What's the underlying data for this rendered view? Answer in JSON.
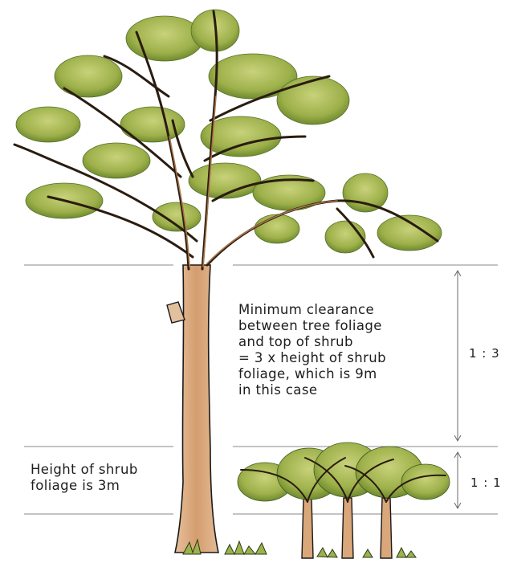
{
  "annotations": {
    "clearance_text": "Minimum clearance\nbetween tree foliage\nand top of shrub\n= 3 x height of shrub\nfoliage, which is 9m\nin this case",
    "shrub_text": "Height of shrub\nfoliage is 3m"
  },
  "ratios": {
    "clearance": "1 : 3",
    "shrub": "1 : 1"
  },
  "colors": {
    "foliage_light": "#b9c76a",
    "foliage_dark": "#6f8a2e",
    "trunk": "#d9a77a",
    "outline": "#1a1a1a",
    "guide_line": "#888888"
  }
}
